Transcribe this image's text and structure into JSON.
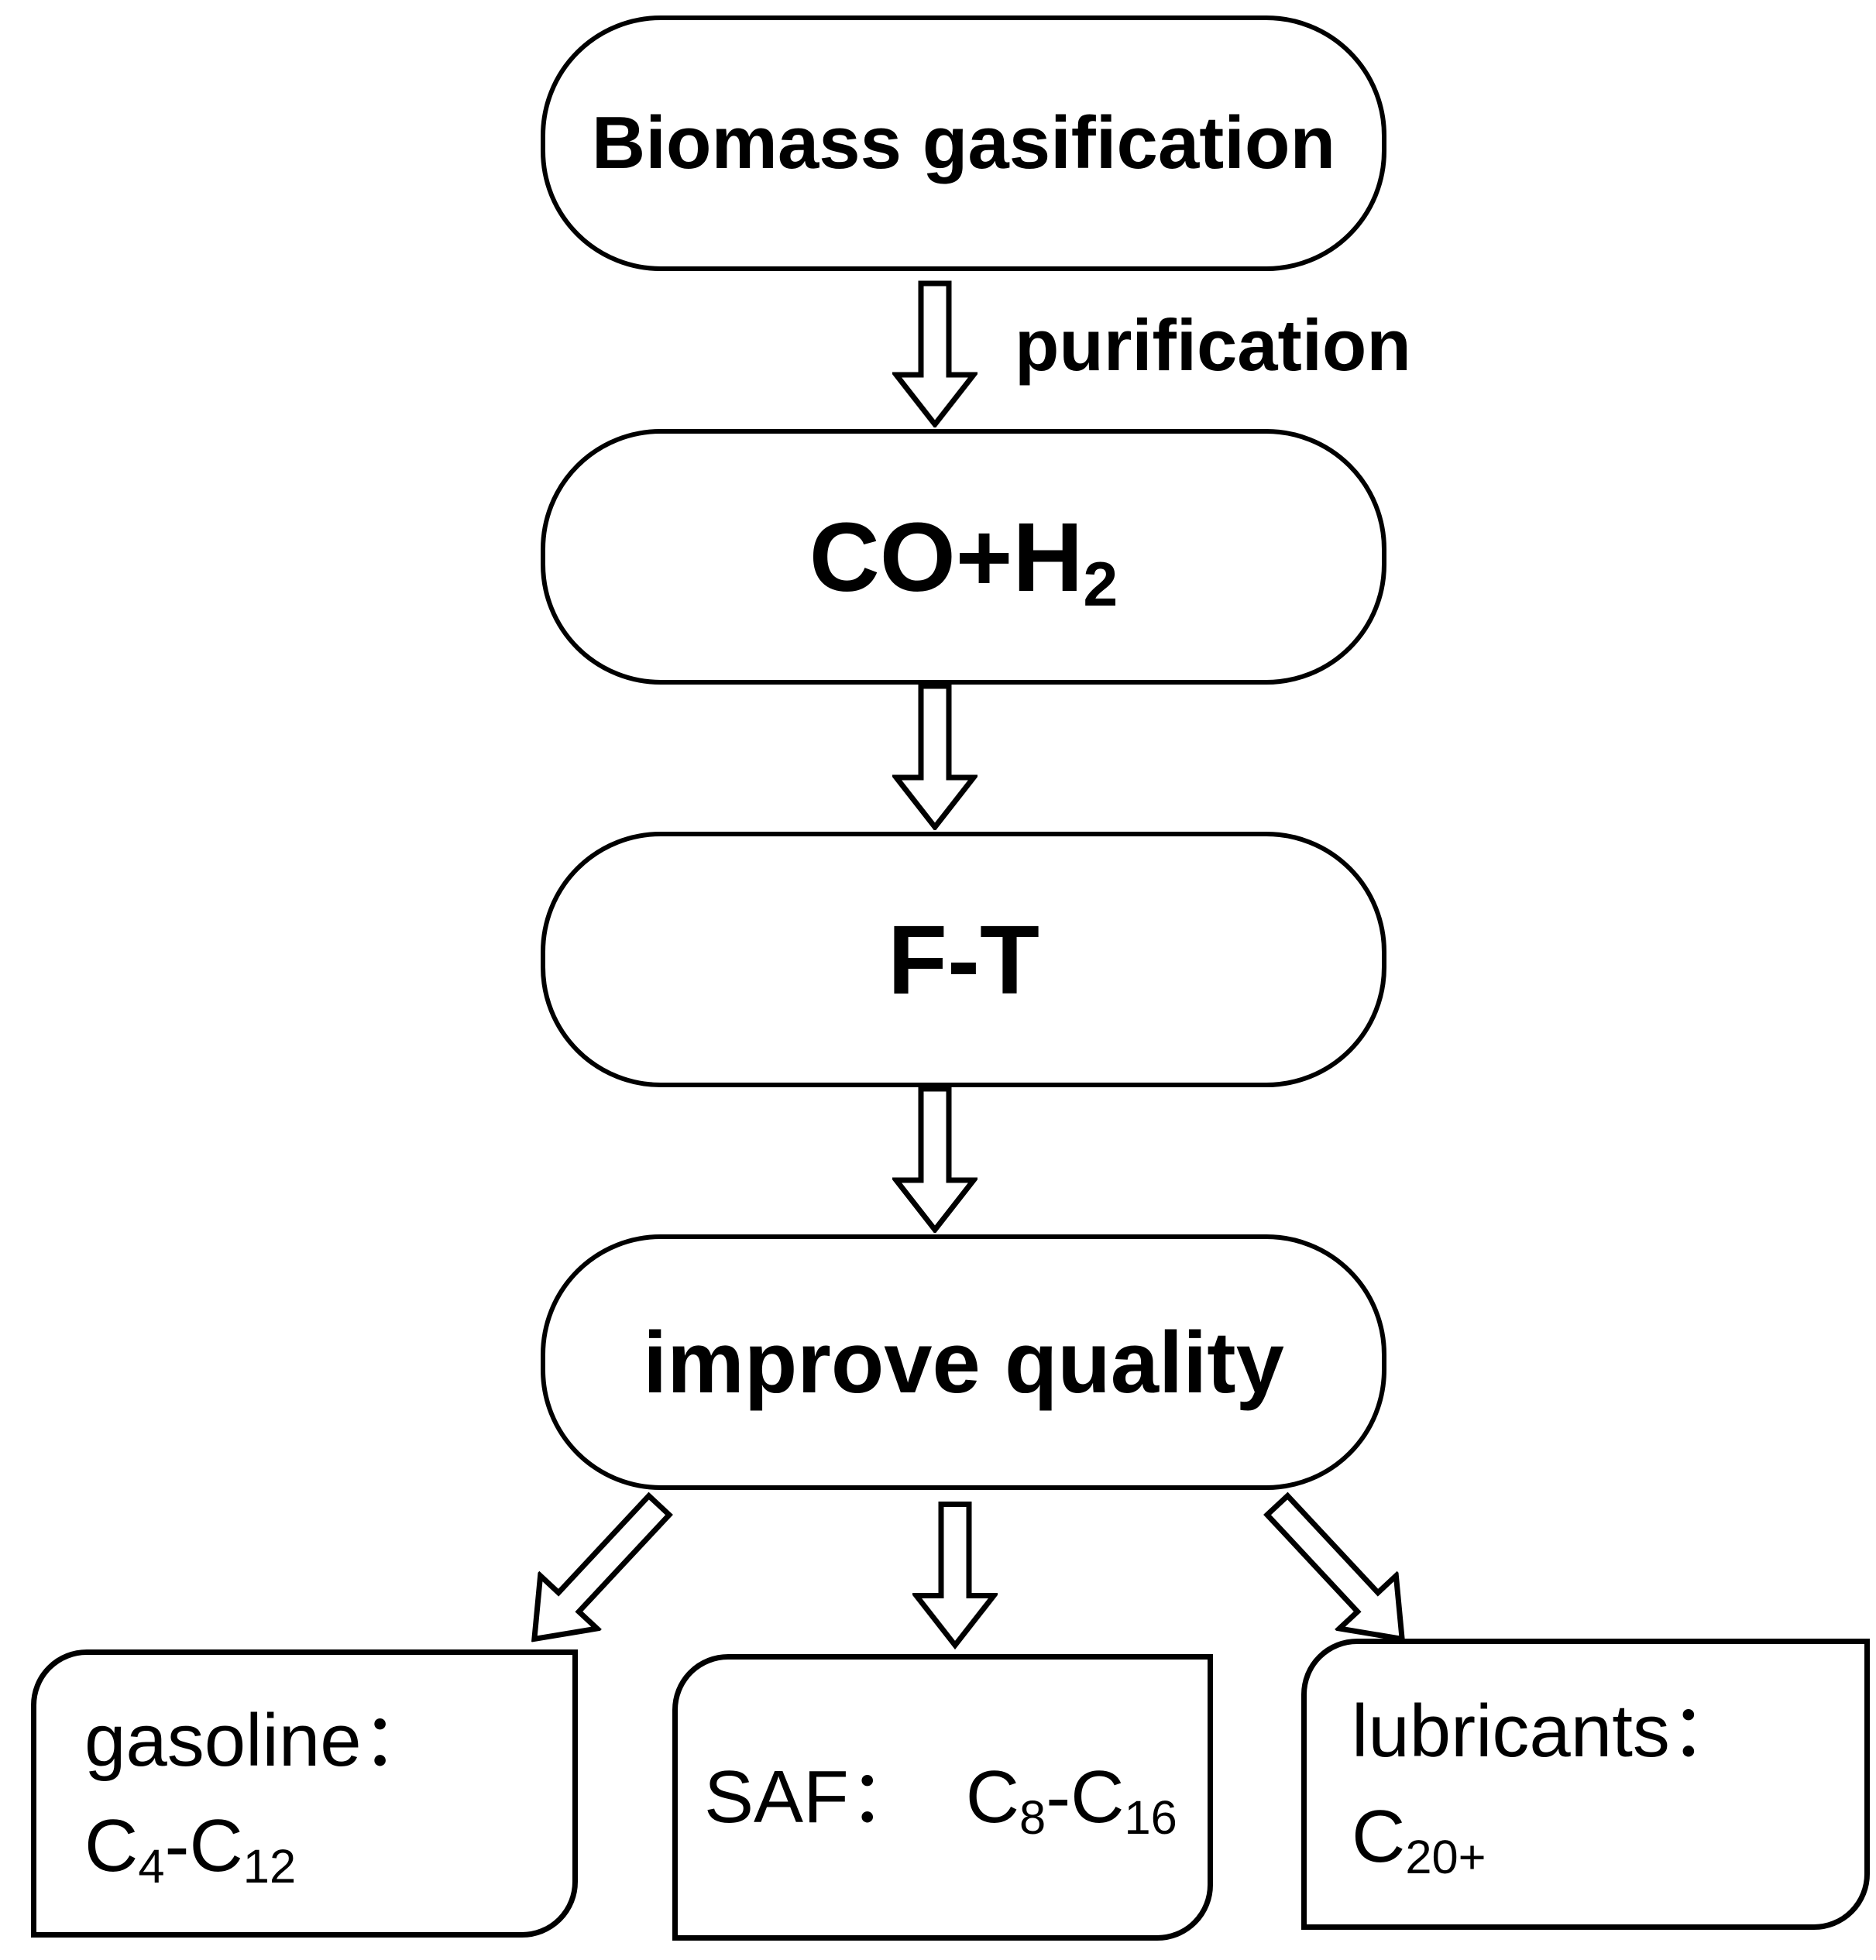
{
  "canvas": {
    "background_color": "#ffffff",
    "line_color": "#000000"
  },
  "flow": {
    "nodes": [
      {
        "id": "biomass",
        "label": "Biomass gasification"
      },
      {
        "id": "syngas",
        "base": "CO+H",
        "sub": "2"
      },
      {
        "id": "ft",
        "label": "F-T"
      },
      {
        "id": "improve",
        "label": "improve quality"
      }
    ],
    "edge_label": "purification",
    "outputs": [
      {
        "id": "gasoline",
        "title": "gasoline：",
        "f_base1": "C",
        "f_sub1": "4",
        "f_mid": "-C",
        "f_sub2": "12"
      },
      {
        "id": "saf",
        "title": "SAF：",
        "f_base1": "C",
        "f_sub1": "8",
        "f_mid": "-C",
        "f_sub2": "16"
      },
      {
        "id": "lubricants",
        "title": "lubricants：",
        "f_base1": "C",
        "f_sub1": "20+"
      }
    ],
    "arrows": {
      "style": "hollow-outline",
      "directions": [
        "down",
        "down",
        "down",
        "down-left",
        "down",
        "down-right"
      ]
    }
  }
}
